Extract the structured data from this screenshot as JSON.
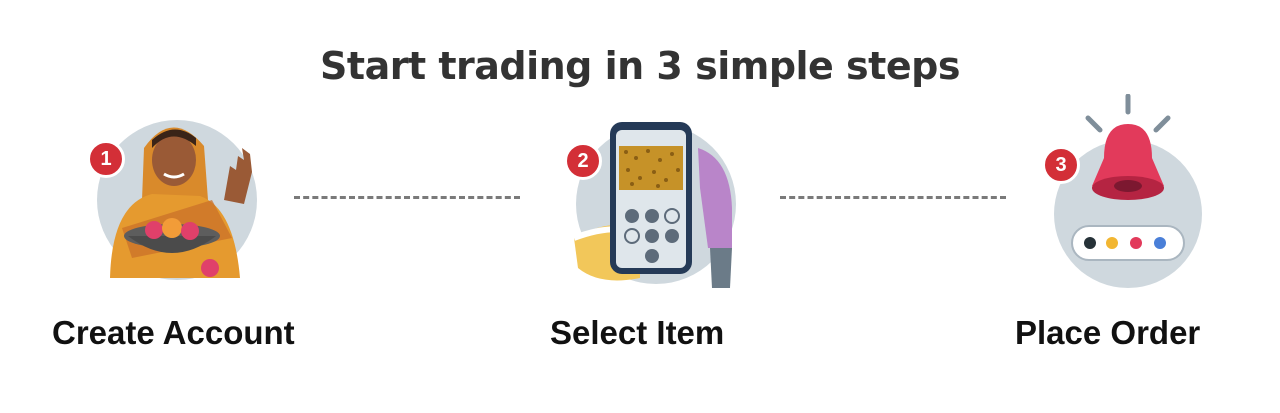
{
  "page": {
    "title": "Start trading in 3 simple steps"
  },
  "steps": [
    {
      "number": "1",
      "label": "Create Account"
    },
    {
      "number": "2",
      "label": "Select Item"
    },
    {
      "number": "3",
      "label": "Place Order"
    }
  ],
  "colors": {
    "badge": "#d32f37",
    "circle": "#cfd8de",
    "connector": "#7a7a7a",
    "bell": "#e23a5b"
  },
  "icons": [
    "woman-vendor-illustration",
    "phone-grain-illustration",
    "bell-alert-illustration"
  ]
}
